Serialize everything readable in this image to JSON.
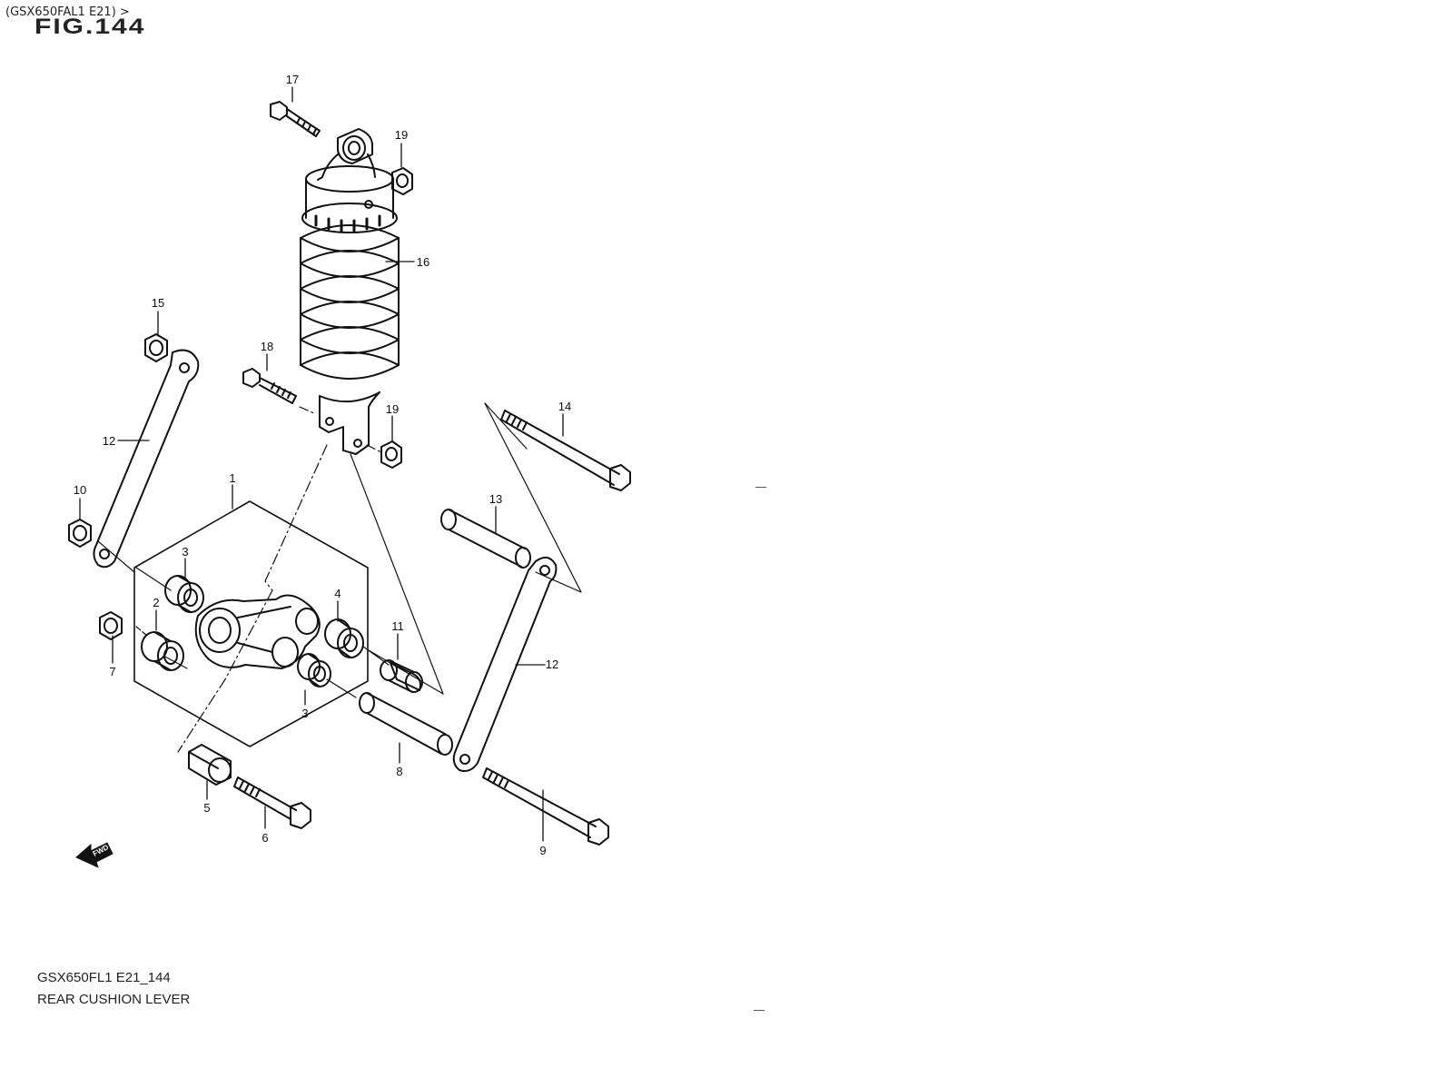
{
  "header": {
    "breadcrumb": "(GSX650FAL1 E21) >",
    "stray_heading": "FIG.144"
  },
  "diagram": {
    "callouts": {
      "c1": "1",
      "c2": "2",
      "c3a": "3",
      "c3b": "3",
      "c4": "4",
      "c5": "5",
      "c6": "6",
      "c7": "7",
      "c8": "8",
      "c9": "9",
      "c10": "10",
      "c11": "11",
      "c12a": "12",
      "c12b": "12",
      "c13": "13",
      "c14": "14",
      "c15": "15",
      "c16": "16",
      "c17": "17",
      "c18": "18",
      "c19a": "19",
      "c19b": "19"
    },
    "fwd_label": "FWD"
  },
  "caption": {
    "model_code": "GSX650FL1 E21_144",
    "title": "REAR CUSHION LEVER"
  }
}
